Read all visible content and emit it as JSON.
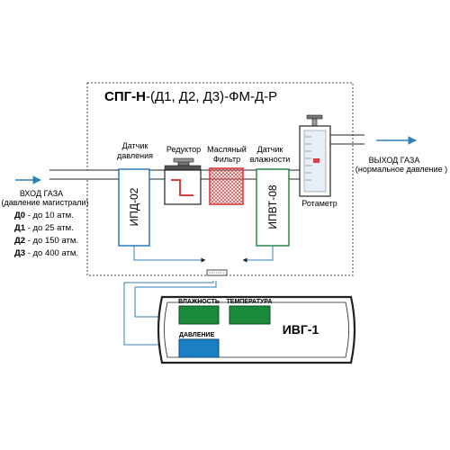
{
  "system": {
    "title_bold": "СПГ-Н",
    "title_rest": "-(Д1, Д2, Д3)-ФМ-Д-Р"
  },
  "labels": {
    "pressure_sensor_1": "Датчик",
    "pressure_sensor_2": "давления",
    "reducer": "Редуктор",
    "oil_filter_1": "Масляный",
    "oil_filter_2": "Фильтр",
    "humidity_sensor_1": "Датчик",
    "humidity_sensor_2": "влажности",
    "rotameter": "Ротаметр",
    "ipd": "ИПД-02",
    "ipvt": "ИПВТ-08"
  },
  "gas_in": {
    "line1": "ВХОД ГАЗА",
    "line2": "(давление магистрали)",
    "ranges": [
      {
        "code": "Д0",
        "text": " - до 10 атм."
      },
      {
        "code": "Д1",
        "text": " - до 25 атм."
      },
      {
        "code": "Д2",
        "text": " - до 150 атм."
      },
      {
        "code": "Д3",
        "text": " - до 400 атм."
      }
    ]
  },
  "gas_out": {
    "line1": "ВЫХОД ГАЗА",
    "line2": "(нормальное давление )"
  },
  "device": {
    "name": "ИВГ-1",
    "humidity": "ВЛАЖНОСТЬ",
    "temperature": "ТЕМПЕРАТУРА",
    "pressure": "ДАВЛЕНИЕ"
  },
  "colors": {
    "sensor_blue": "#1a6fb5",
    "sensor_green": "#1e7f3e",
    "flow_arrow": "#2f7fb8",
    "filter_red": "#d94040",
    "display_green": "#1a8a3a",
    "display_blue": "#1b7fc4",
    "signal_line": "#2f7fb8"
  }
}
